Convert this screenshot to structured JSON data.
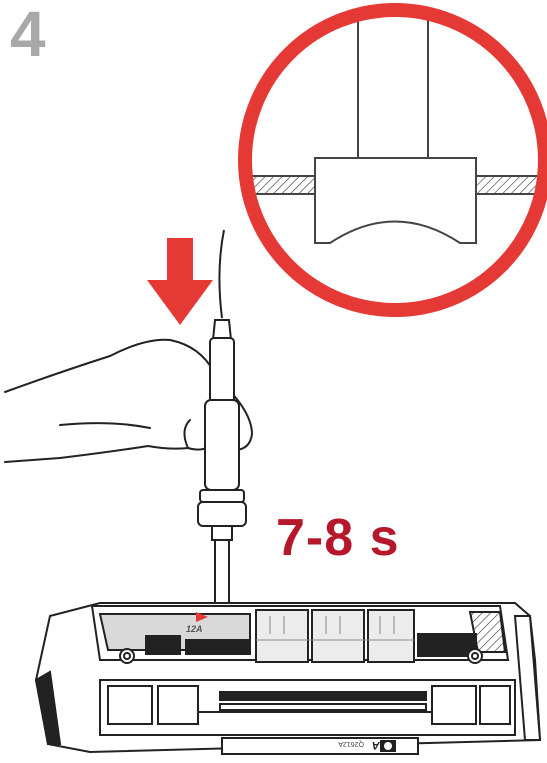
{
  "step": {
    "number": "4"
  },
  "instruction": {
    "duration": "7-8 s"
  },
  "cartridge": {
    "label_model": "12A",
    "label_part": "Q2612A",
    "label_small": "12A",
    "logo": "hp-logo"
  },
  "colors": {
    "accent_red": "#e53935",
    "text_red": "#b5182b",
    "step_gray": "#a8a8a8",
    "line": "#222222",
    "fill_gray": "#d9d9d9"
  },
  "icons": [
    "down-arrow-icon",
    "hp-logo-icon"
  ]
}
